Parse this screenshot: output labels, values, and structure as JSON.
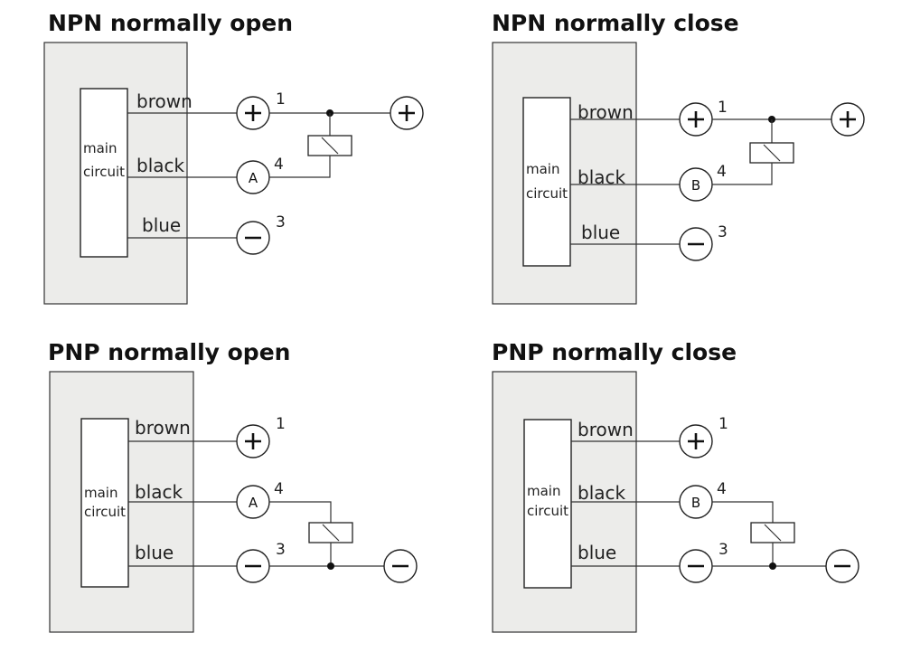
{
  "panels": [
    {
      "id": "npn-open",
      "title": "NPN normally open",
      "circuit_label": [
        "main",
        "circuit"
      ],
      "wires": {
        "top": "brown",
        "mid": "black",
        "bot": "blue"
      },
      "pins": {
        "top": "1",
        "mid": "4",
        "bot": "3"
      },
      "output_terminal": "A",
      "supply_side": "positive"
    },
    {
      "id": "npn-close",
      "title": "NPN normally close",
      "circuit_label": [
        "main",
        "circuit"
      ],
      "wires": {
        "top": "brown",
        "mid": "black",
        "bot": "blue"
      },
      "pins": {
        "top": "1",
        "mid": "4",
        "bot": "3"
      },
      "output_terminal": "B",
      "supply_side": "positive"
    },
    {
      "id": "pnp-open",
      "title": "PNP normally open",
      "circuit_label": [
        "main",
        "circuit"
      ],
      "wires": {
        "top": "brown",
        "mid": "black",
        "bot": "blue"
      },
      "pins": {
        "top": "1",
        "mid": "4",
        "bot": "3"
      },
      "output_terminal": "A",
      "supply_side": "negative"
    },
    {
      "id": "pnp-close",
      "title": "PNP normally close",
      "circuit_label": [
        "main",
        "circuit"
      ],
      "wires": {
        "top": "brown",
        "mid": "black",
        "bot": "blue"
      },
      "pins": {
        "top": "1",
        "mid": "4",
        "bot": "3"
      },
      "output_terminal": "B",
      "supply_side": "negative"
    }
  ]
}
